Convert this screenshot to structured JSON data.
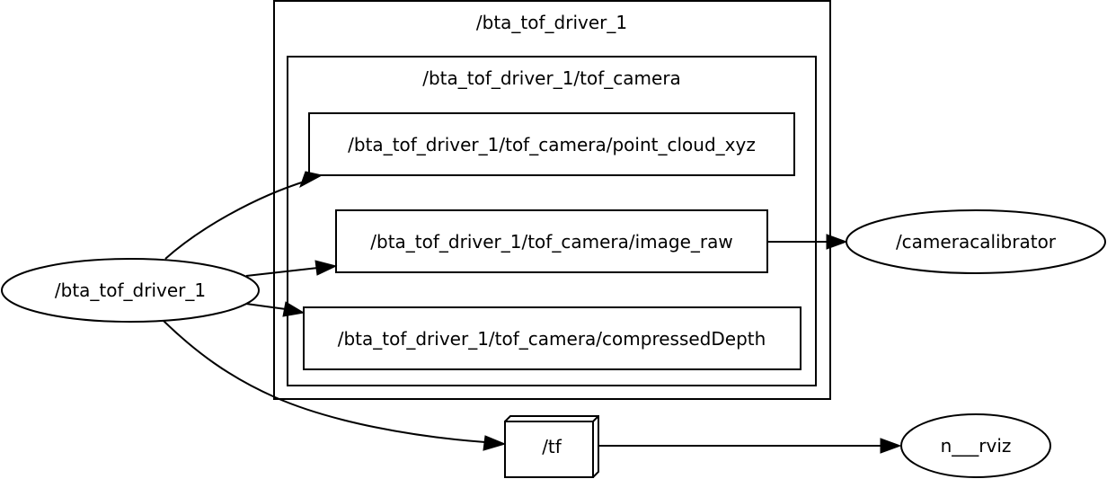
{
  "graph": {
    "clusters": [
      {
        "id": "ns-driver",
        "label": "/bta_tof_driver_1"
      },
      {
        "id": "ns-camera",
        "label": "/bta_tof_driver_1/tof_camera"
      }
    ],
    "topics": [
      {
        "id": "point-cloud",
        "label": "/bta_tof_driver_1/tof_camera/point_cloud_xyz"
      },
      {
        "id": "image-raw",
        "label": "/bta_tof_driver_1/tof_camera/image_raw"
      },
      {
        "id": "compressed-depth",
        "label": "/bta_tof_driver_1/tof_camera/compressedDepth"
      }
    ],
    "nodes": [
      {
        "id": "driver-node",
        "label": "/bta_tof_driver_1",
        "shape": "ellipse"
      },
      {
        "id": "calibrator-node",
        "label": "/cameracalibrator",
        "shape": "ellipse"
      },
      {
        "id": "rviz-node",
        "label": "n___rviz",
        "shape": "ellipse"
      },
      {
        "id": "tf-topic",
        "label": "/tf",
        "shape": "box3d"
      }
    ],
    "edges": [
      {
        "from": "/bta_tof_driver_1",
        "to": "/bta_tof_driver_1/tof_camera/point_cloud_xyz"
      },
      {
        "from": "/bta_tof_driver_1",
        "to": "/bta_tof_driver_1/tof_camera/image_raw"
      },
      {
        "from": "/bta_tof_driver_1",
        "to": "/bta_tof_driver_1/tof_camera/compressedDepth"
      },
      {
        "from": "/bta_tof_driver_1",
        "to": "/tf"
      },
      {
        "from": "/bta_tof_driver_1/tof_camera/image_raw",
        "to": "/cameracalibrator"
      },
      {
        "from": "/tf",
        "to": "n___rviz"
      }
    ]
  }
}
